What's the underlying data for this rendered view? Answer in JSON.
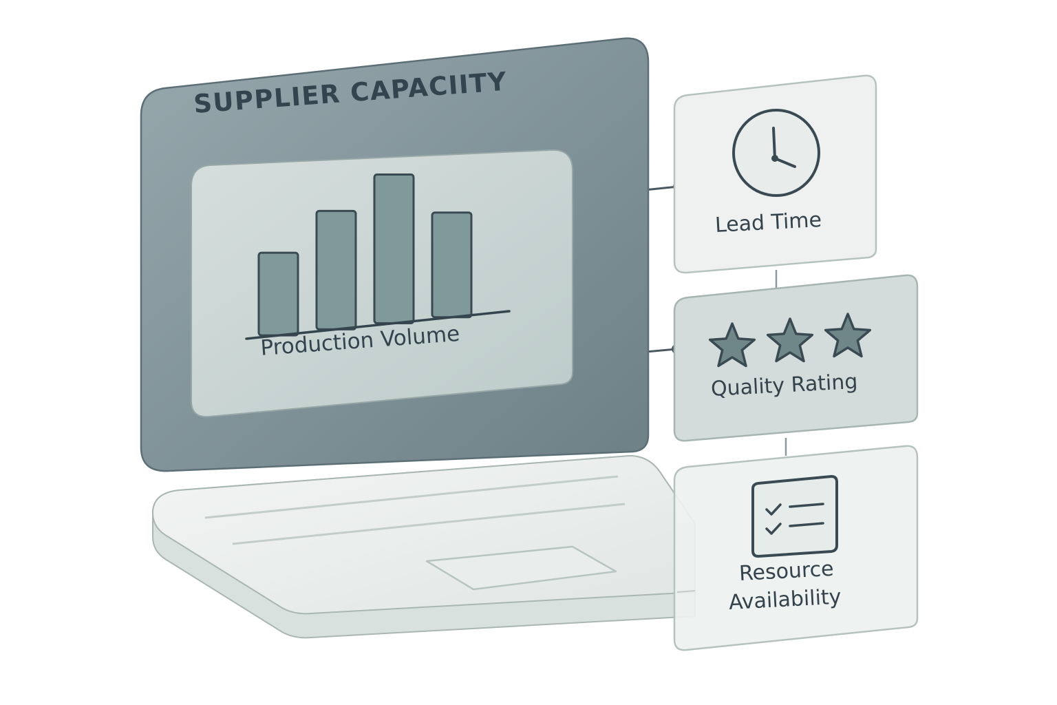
{
  "panel": {
    "title": "SUPPLIER CAPACIITY"
  },
  "chart_data": {
    "type": "bar",
    "label": "Production Volume",
    "values": [
      3.0,
      4.3,
      5.4,
      3.8
    ],
    "ylim": [
      0,
      6
    ]
  },
  "cards": {
    "lead_time": {
      "label": "Lead Time",
      "icon": "clock-icon"
    },
    "quality": {
      "label": "Quality Rating",
      "icon": "star-icon",
      "stars": 3
    },
    "resources": {
      "label_line1": "Resource",
      "label_line2": "Availability",
      "icon": "checklist-icon"
    }
  },
  "colors": {
    "panel": "#8a9da3",
    "panel_dark": "#6e8288",
    "inner_card": "#c9d3d2",
    "bar": "#80999a",
    "card": "#eef1f0",
    "card_mid": "#d3dcda",
    "outline": "#3a4a52",
    "text": "#34424b"
  }
}
